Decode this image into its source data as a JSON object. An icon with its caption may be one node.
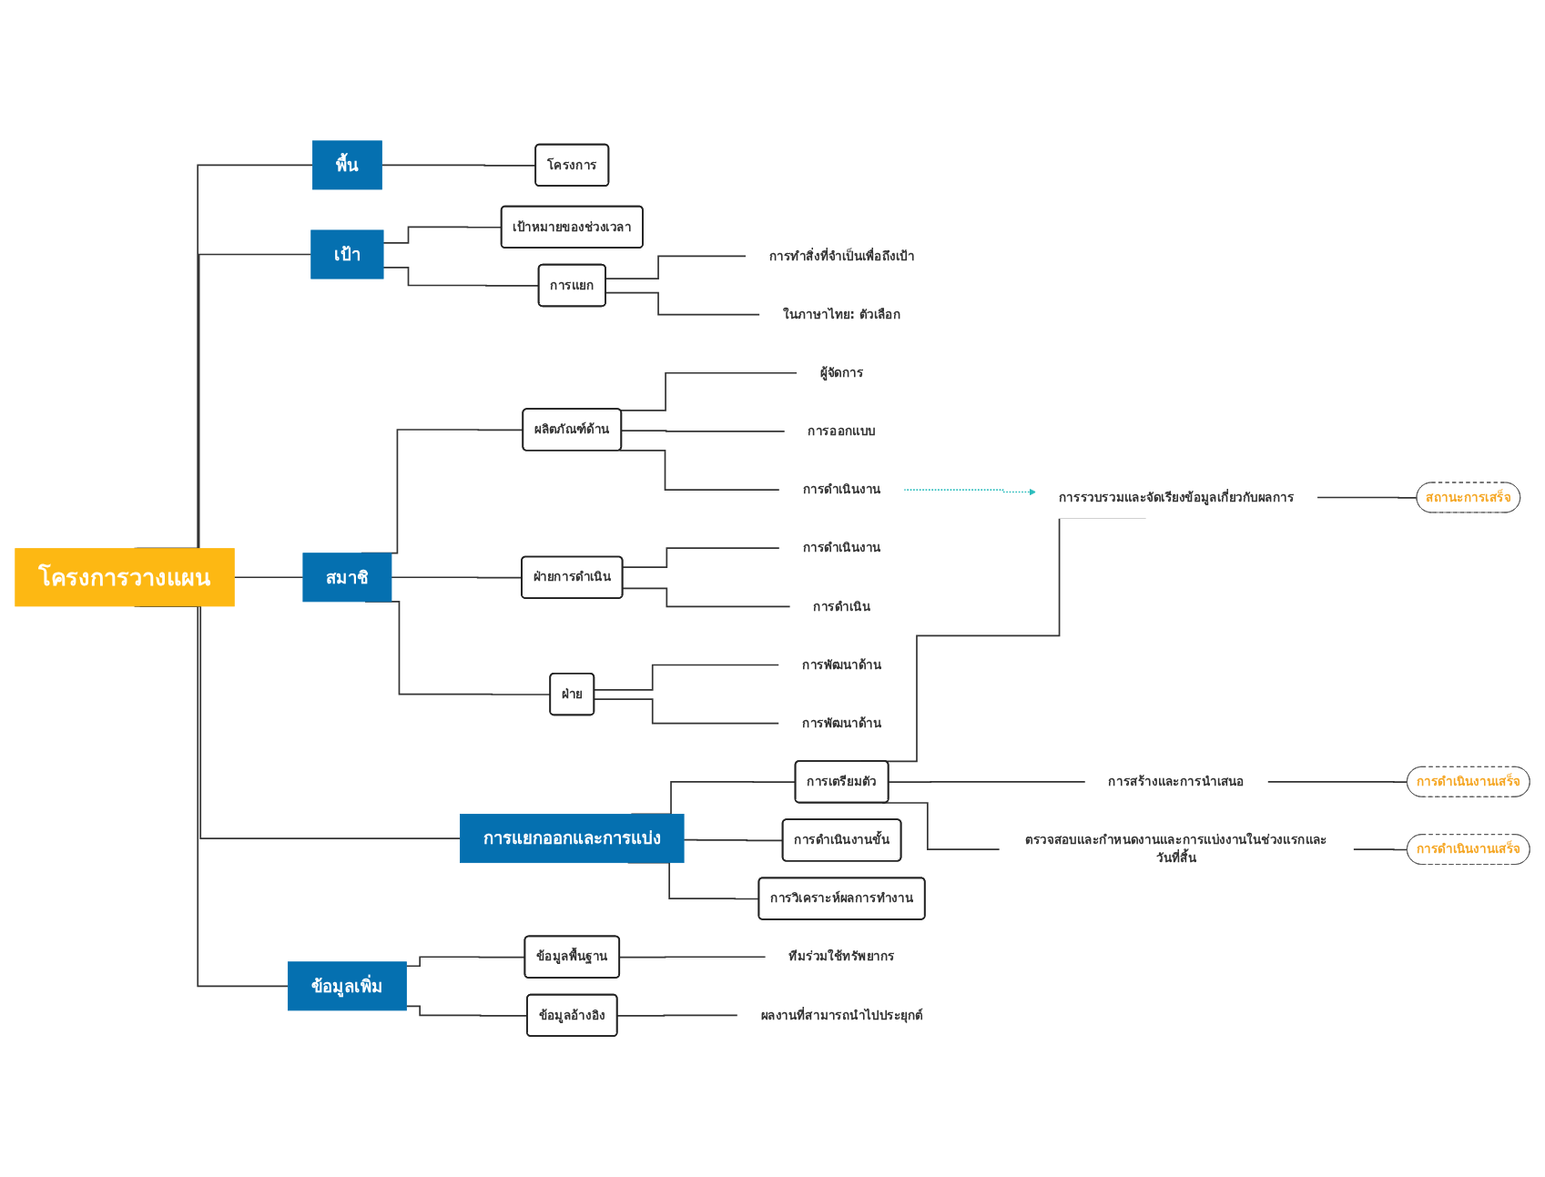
{
  "diagram": {
    "nodes": [
      {
        "text": [
          "โครงการวางแผน"
        ]
      },
      {
        "text": [
          "พื้น"
        ]
      },
      {
        "text": [
          "โครงการ"
        ]
      },
      {
        "text": [
          "เป้า"
        ]
      },
      {
        "text": [
          "เป้าหมายของช่วงเวลา"
        ]
      },
      {
        "text": [
          "การแยก"
        ]
      },
      {
        "text": [
          "การทำสิ่งที่จำเป็นเพื่อถึงเป้า"
        ]
      },
      {
        "text": [
          "ในภาษาไทย:  ตัวเลือก"
        ]
      },
      {
        "text": [
          "สมาชิ"
        ]
      },
      {
        "text": [
          "ผลิตภัณฑ์ด้าน"
        ]
      },
      {
        "text": [
          "ผู้จัดการ"
        ]
      },
      {
        "text": [
          "การออกแบบ"
        ]
      },
      {
        "text": [
          "การดำเนินงาน"
        ]
      },
      {
        "text": [
          "ฝ่ายการดำเนิน"
        ]
      },
      {
        "text": [
          "การดำเนินงาน"
        ]
      },
      {
        "text": [
          "การดำเนิน"
        ]
      },
      {
        "text": [
          "ฝ่าย"
        ]
      },
      {
        "text": [
          "การพัฒนาด้าน"
        ]
      },
      {
        "text": [
          "การพัฒนาด้าน"
        ]
      },
      {
        "text": [
          "การแยกออกและการแบ่ง"
        ]
      },
      {
        "text": [
          "การเตรียมตัว"
        ]
      },
      {
        "text": [
          "การรวบรวมและจัดเรียงข้อมูลเกี่ยวกับผลการ"
        ]
      },
      {
        "text": [
          "สถานะการเสร็จ"
        ]
      },
      {
        "text": [
          "การสร้างและการนำเสนอ"
        ]
      },
      {
        "text": [
          "การดำเนินงานเสร็จ"
        ]
      },
      {
        "text": [
          "ตรวจสอบและกำหนดงานและการแบ่งงานในช่วงแรกและวันที่สิ้น"
        ]
      },
      {
        "text": [
          "การดำเนินงานเสร็จ"
        ]
      },
      {
        "text": [
          "การดำเนินงานขั้น"
        ]
      },
      {
        "text": [
          "การวิเคราะห์ผลการทำงาน"
        ]
      },
      {
        "text": [
          "ข้อมูลเพิ่ม"
        ]
      },
      {
        "text": [
          "ข้อมูลพื้นฐาน"
        ]
      },
      {
        "text": [
          "ทีมร่วมใช้ทรัพยากร"
        ]
      },
      {
        "text": [
          "ข้อมูลอ้างอิง"
        ]
      },
      {
        "text": [
          "ผลงานที่สามารถนำไปประยุกต์"
        ]
      }
    ],
    "edges": [
      {
        "from": 0,
        "to": 1,
        "arrow": "none"
      },
      {
        "from": 1,
        "to": 2,
        "arrow": "none"
      },
      {
        "from": 0,
        "to": 3,
        "arrow": "none"
      },
      {
        "from": 3,
        "to": 4,
        "arrow": "none"
      },
      {
        "from": 3,
        "to": 5,
        "arrow": "none"
      },
      {
        "from": 5,
        "to": 6,
        "arrow": "none"
      },
      {
        "from": 5,
        "to": 7,
        "arrow": "none"
      },
      {
        "from": 0,
        "to": 8,
        "arrow": "none"
      },
      {
        "from": 8,
        "to": 9,
        "arrow": "none"
      },
      {
        "from": 9,
        "to": 10,
        "arrow": "none"
      },
      {
        "from": 9,
        "to": 11,
        "arrow": "none"
      },
      {
        "from": 9,
        "to": 12,
        "arrow": "none"
      },
      {
        "from": 8,
        "to": 13,
        "arrow": "none"
      },
      {
        "from": 13,
        "to": 14,
        "arrow": "none"
      },
      {
        "from": 13,
        "to": 15,
        "arrow": "none"
      },
      {
        "from": 8,
        "to": 16,
        "arrow": "none"
      },
      {
        "from": 16,
        "to": 17,
        "arrow": "none"
      },
      {
        "from": 16,
        "to": 18,
        "arrow": "none"
      },
      {
        "from": 0,
        "to": 19,
        "arrow": "none"
      },
      {
        "from": 19,
        "to": 20,
        "arrow": "none"
      },
      {
        "from": 20,
        "to": 21,
        "arrow": "none"
      },
      {
        "from": 21,
        "to": 22,
        "arrow": "none"
      },
      {
        "from": 20,
        "to": 23,
        "arrow": "none"
      },
      {
        "from": 23,
        "to": 24,
        "arrow": "none"
      },
      {
        "from": 20,
        "to": 25,
        "arrow": "none"
      },
      {
        "from": 25,
        "to": 26,
        "arrow": "none"
      },
      {
        "from": 19,
        "to": 27,
        "arrow": "none"
      },
      {
        "from": 19,
        "to": 28,
        "arrow": "none"
      },
      {
        "from": 0,
        "to": 29,
        "arrow": "none"
      },
      {
        "from": 29,
        "to": 30,
        "arrow": "none"
      },
      {
        "from": 30,
        "to": 31,
        "arrow": "none"
      },
      {
        "from": 29,
        "to": 32,
        "arrow": "none"
      },
      {
        "from": 32,
        "to": 33,
        "arrow": "none"
      },
      {
        "from": 12,
        "to": 21,
        "arrow": "to",
        "style": "dashed",
        "color": "#2bbdbd"
      }
    ]
  }
}
